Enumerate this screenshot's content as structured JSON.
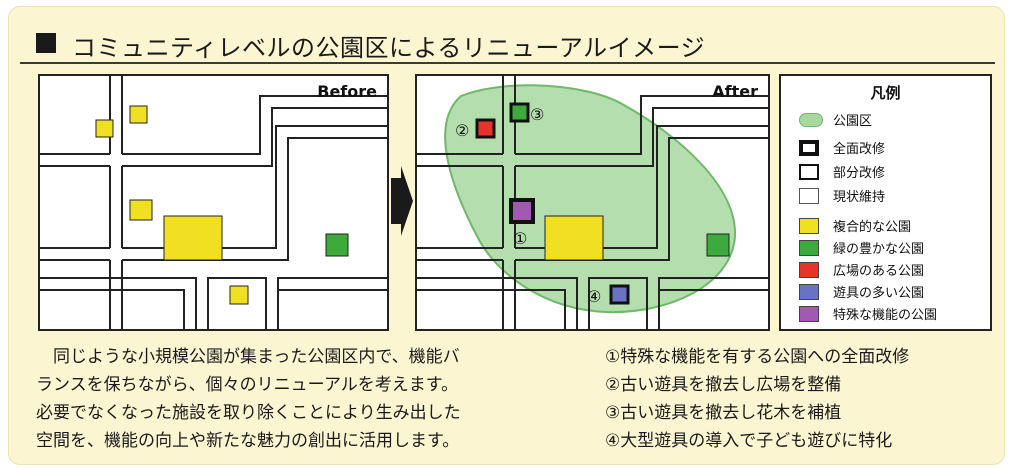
{
  "title": "コミュニティレベルの公園区によるリニューアルイメージ",
  "maps": {
    "before_label": "Before",
    "after_label": "After"
  },
  "markers": {
    "m1": "①",
    "m2": "②",
    "m3": "③",
    "m4": "④"
  },
  "legend": {
    "title": "凡例",
    "items": [
      {
        "label": "公園区",
        "swatch": "zone",
        "color": "#a8d8a0"
      },
      {
        "label": "全面改修",
        "swatch": "thick-border"
      },
      {
        "label": "部分改修",
        "swatch": "thin-border"
      },
      {
        "label": "現状維持",
        "swatch": "hairline"
      },
      {
        "label": "複合的な公園",
        "swatch": "fill",
        "color": "#f0e021"
      },
      {
        "label": "緑の豊かな公園",
        "swatch": "fill",
        "color": "#3daa3d"
      },
      {
        "label": "広場のある公園",
        "swatch": "fill",
        "color": "#e8332a"
      },
      {
        "label": "遊具の多い公園",
        "swatch": "fill",
        "color": "#6a72c4"
      },
      {
        "label": "特殊な機能の公園",
        "swatch": "fill",
        "color": "#a05ab4"
      }
    ]
  },
  "description": [
    "　同じような小規模公園が集まった公園区内で、機能バ",
    "ランスを保ちながら、個々のリニューアルを考えます。",
    "必要でなくなった施設を取り除くことにより生み出した",
    "空間を、機能の向上や新たな魅力の創出に活用します。"
  ],
  "steps": [
    "①特殊な機能を有する公園への全面改修",
    "②古い遊具を撤去し広場を整備",
    "③古い遊具を撤去し花木を補植",
    "④大型遊具の導入で子ども遊びに特化"
  ]
}
